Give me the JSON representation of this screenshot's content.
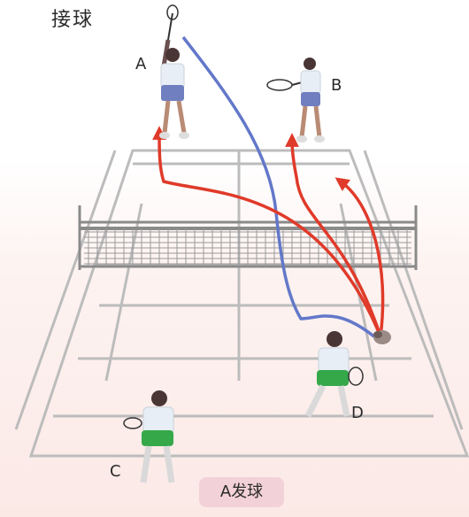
{
  "title": "接球",
  "players": {
    "a": "A",
    "b": "B",
    "c": "C",
    "d": "D"
  },
  "caption": "A发球",
  "colors": {
    "serve_path": "#6378c9",
    "receive_paths": "#e03a2a",
    "court_lines": "#b9b9b9",
    "shirts": "#e8eef5",
    "shorts_ab": "#6f7fbf",
    "shorts_cd": "#35a84a",
    "caption_bg": "#f3d1d8"
  }
}
